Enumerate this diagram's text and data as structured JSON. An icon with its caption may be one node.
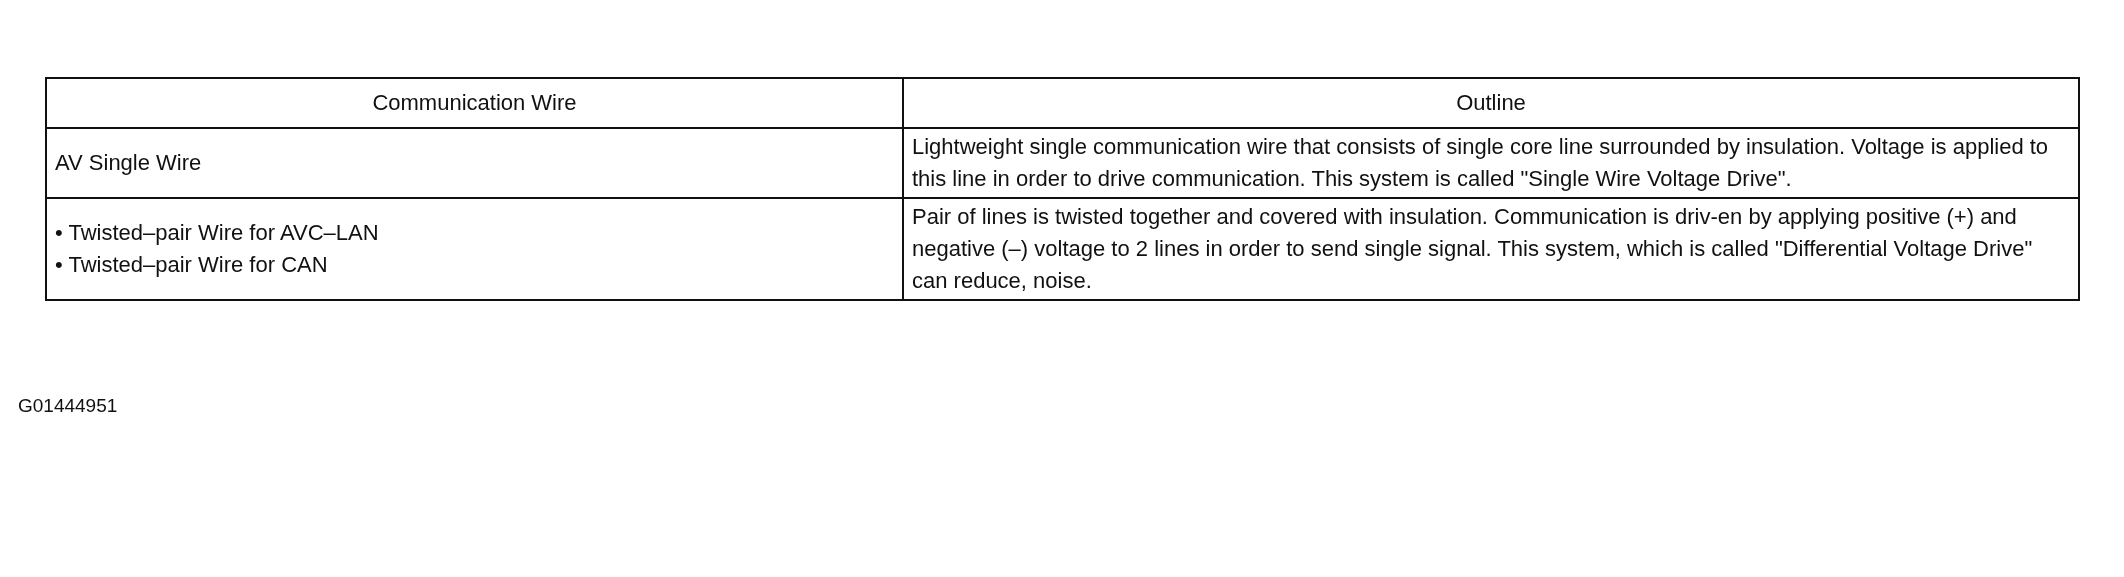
{
  "diagram": {
    "labels": [
      "Communication Wire",
      "Outline",
      "AV Single Wire",
      "Lightweight single communication wire that consists of single core line surrounded by insulation. Voltage is applied to this line in order to drive communication. This system is called \"Single Wire Voltage Drive\".",
      "• Twisted–pair Wire for AVC–LAN",
      "• Twisted–pair Wire for CAN",
      "Pair of lines is twisted together and covered with insulation. Communication is driv-en by applying positive (+) and negative (–) voltage to 2 lines in order to send single signal. This system, which is called \"Differential Voltage Drive\" can reduce, noise.",
      "G01444951"
    ]
  }
}
